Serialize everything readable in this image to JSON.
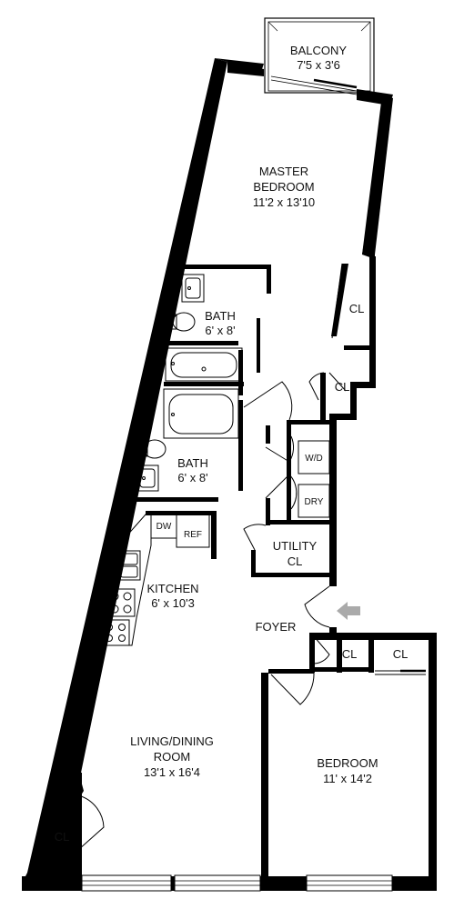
{
  "rooms": {
    "balcony": {
      "name": "BALCONY",
      "size": "7'5 x 3'6"
    },
    "master_bedroom": {
      "name_line1": "MASTER",
      "name_line2": "BEDROOM",
      "size": "11'2 x 13'10"
    },
    "closet_master_1": {
      "name": "CL"
    },
    "closet_master_2": {
      "name": "CL"
    },
    "bath_1": {
      "name": "BATH",
      "size": "6' x 8'"
    },
    "bath_2": {
      "name": "BATH",
      "size": "6' x 8'"
    },
    "washer_dryer": {
      "name": "W/D"
    },
    "dryer": {
      "name": "DRY"
    },
    "utility": {
      "name_line1": "UTILITY",
      "name_line2": "CL"
    },
    "dishwasher": {
      "name": "DW"
    },
    "refrigerator": {
      "name": "REF"
    },
    "kitchen": {
      "name": "KITCHEN",
      "size": "6' x 10'3"
    },
    "foyer": {
      "name": "FOYER"
    },
    "closet_foyer_1": {
      "name": "CL"
    },
    "closet_foyer_2": {
      "name": "CL"
    },
    "living_dining": {
      "name_line1": "LIVING/DINING",
      "name_line2": "ROOM",
      "size": "13'1 x 16'4"
    },
    "bedroom": {
      "name": "BEDROOM",
      "size": "11' x 14'2"
    },
    "closet_living": {
      "name": "CL"
    }
  },
  "colors": {
    "wall": "#000000",
    "fixture": "#333333",
    "entry_arrow": "#aaaaaa",
    "background": "#ffffff"
  }
}
